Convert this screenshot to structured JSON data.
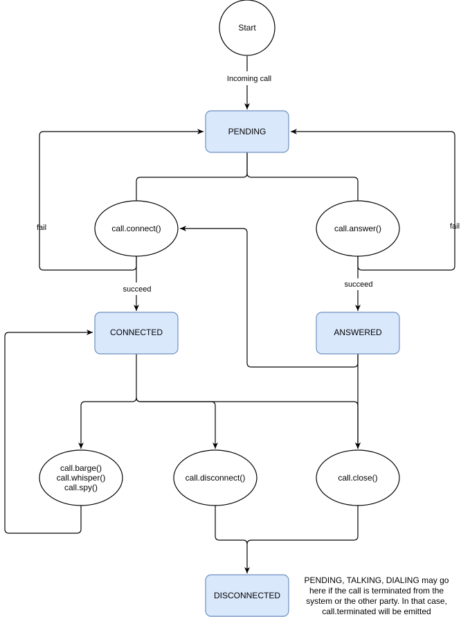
{
  "colors": {
    "state_fill": "#dae8fc",
    "state_stroke": "#6c8ebf",
    "action_fill": "#ffffff",
    "action_stroke": "#000000",
    "edge": "#000000"
  },
  "nodes": {
    "start": "Start",
    "pending": "PENDING",
    "connect": "call.connect()",
    "answer": "call.answer()",
    "connected": "CONNECTED",
    "answered": "ANSWERED",
    "barge_lines": [
      "call.barge()",
      "call.whisper()",
      "call.spy()"
    ],
    "disconnect": "call.disconnect()",
    "close": "call.close()",
    "disconnected": "DISCONNECTED"
  },
  "edges": {
    "incoming_call": "Incoming call",
    "fail_left": "fail",
    "fail_right": "fail",
    "succeed_left": "succeed",
    "succeed_right": "succeed"
  },
  "note_lines": [
    "PENDING, TALKING, DIALING may go",
    "here if the call is terminated from the",
    "system or the other party. In that case,",
    "call.terminated will be emitted"
  ]
}
